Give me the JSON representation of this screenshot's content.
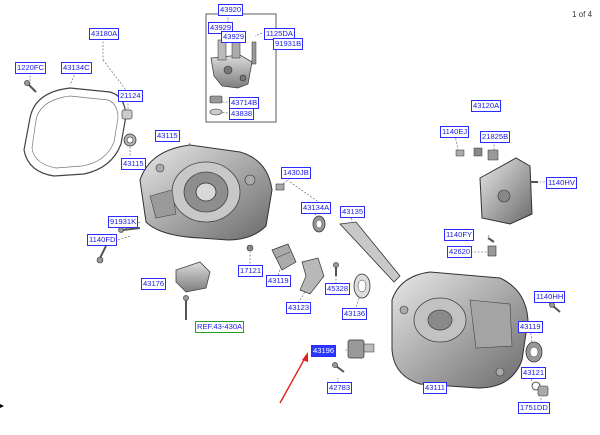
{
  "page_indicator": "1 of 4",
  "colors": {
    "label_text": "#1a1ae6",
    "label_border": "#2b2bff",
    "highlight": "#2a38ff",
    "ref_border": "#2a9a2a",
    "arrow": "#e02020"
  },
  "parts": {
    "p43180a": "43180A",
    "p1220fc": "1220FC",
    "p43134c": "43134C",
    "p21124": "21124",
    "p43115a": "43115",
    "p43115b": "43115",
    "p43920": "43920",
    "p43929a": "43929",
    "p43929b": "43929",
    "p1125da": "1125DA",
    "p91931b": "91931B",
    "p43714b": "43714B",
    "p43838": "43838",
    "p43120a": "43120A",
    "p1140ej": "1140EJ",
    "p21825b": "21825B",
    "p1140hv": "1140HV",
    "p1430jb": "1430JB",
    "p43134a": "43134A",
    "p43135": "43135",
    "p91931k": "91931K",
    "p1140fd": "1140FD",
    "p17121": "17121",
    "p43119a": "43119",
    "p43176": "43176",
    "p43123": "43123",
    "p45328": "45328",
    "p43136": "43136",
    "pref": "REF.43-430A",
    "p1140fy": "1140FY",
    "p42620": "42620",
    "p1140hh": "1140HH",
    "p43119b": "43119",
    "p43121": "43121",
    "p43111": "43111",
    "p1751dd": "1751DD",
    "p43196": "43196",
    "p42783": "42783"
  }
}
